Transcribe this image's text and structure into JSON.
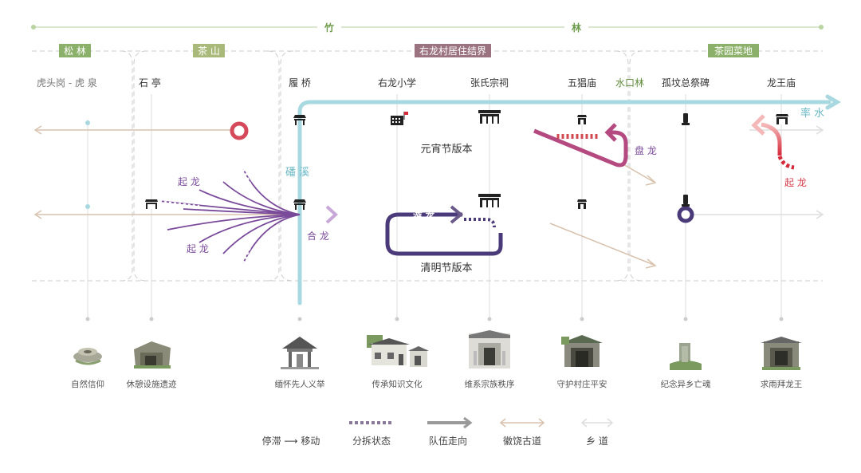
{
  "top_band": {
    "left": "竹",
    "right": "林"
  },
  "regions": {
    "songlin": "松 林",
    "chashan": "茶 山",
    "village": "右龙村居住结界",
    "garden": "茶园菜地"
  },
  "places": {
    "hutougang": "虎头岗 - 虎 泉",
    "shiting": "石 亭",
    "luqiao": "履 桥",
    "school": "右龙小学",
    "zhangshi": "张氏宗祠",
    "wuchang": "五猖庙",
    "shuikoulin": "水口林",
    "gulong": "孤坟总祭碑",
    "longwang": "龙王庙"
  },
  "rivers": {
    "shuai": "率 水",
    "fanxi": "磻 溪"
  },
  "routes": {
    "youlong": "游 龙",
    "panlong": "盘 龙",
    "qilong": "起 龙",
    "helong": "合 龙",
    "yuanxiao": "元宵节版本",
    "qingming": "清明节版本"
  },
  "captions": [
    "自然信仰",
    "休憩设施遗迹",
    "缅怀先人义举",
    "传承知识文化",
    "维系宗族秩序",
    "守护村庄平安",
    "纪念异乡亡魂",
    "求雨拜龙王"
  ],
  "legend": {
    "stall_move": "停滞 ⟶ 移动",
    "split": "分拆状态",
    "direction": "队伍走向",
    "huizhou_road": "徽饶古道",
    "village_road": "乡 道"
  },
  "colors": {
    "teal": "#a8d8e0",
    "red": "#e24a5a",
    "purple": "#5b4a8c",
    "green_tag": "#8bb06a",
    "olive_tag": "#a9b97a",
    "mauve_tag": "#9a7280",
    "road_tan": "#d8c2ad"
  }
}
